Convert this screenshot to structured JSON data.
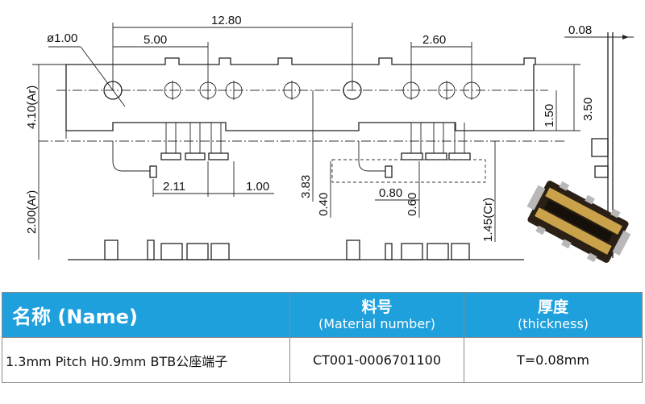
{
  "drawing": {
    "dimensions": {
      "overall_length": "12.80",
      "hole_diameter": "ø1.00",
      "hole_pitch": "5.00",
      "pin_spacing_right": "2.60",
      "thickness_top": "0.08",
      "height_total": "4.10(Ar)",
      "height_upper": "3.50",
      "height_hole": "1.50",
      "height_lower": "2.00(Ar)",
      "pin_offset": "2.11",
      "pitch": "1.00",
      "depth": "3.83",
      "lead_thickness": "0.40",
      "lead_width": "0.80",
      "lead_height": "0.60",
      "side_height": "1.45(Cr)"
    }
  },
  "table": {
    "header": {
      "name_cn": "名称",
      "name_en": "(Name)",
      "material_cn": "料号",
      "material_en": "(Material number)",
      "thickness_cn": "厚度",
      "thickness_en": "(thickness)"
    },
    "row": {
      "name": "1.3mm Pitch H0.9mm BTB公座端子",
      "material": "CT001-0006701100",
      "thickness": "T=0.08mm"
    }
  },
  "colors": {
    "header_bg": "#1ea0dd",
    "header_text": "#ffffff",
    "border": "#8a8a8a"
  }
}
